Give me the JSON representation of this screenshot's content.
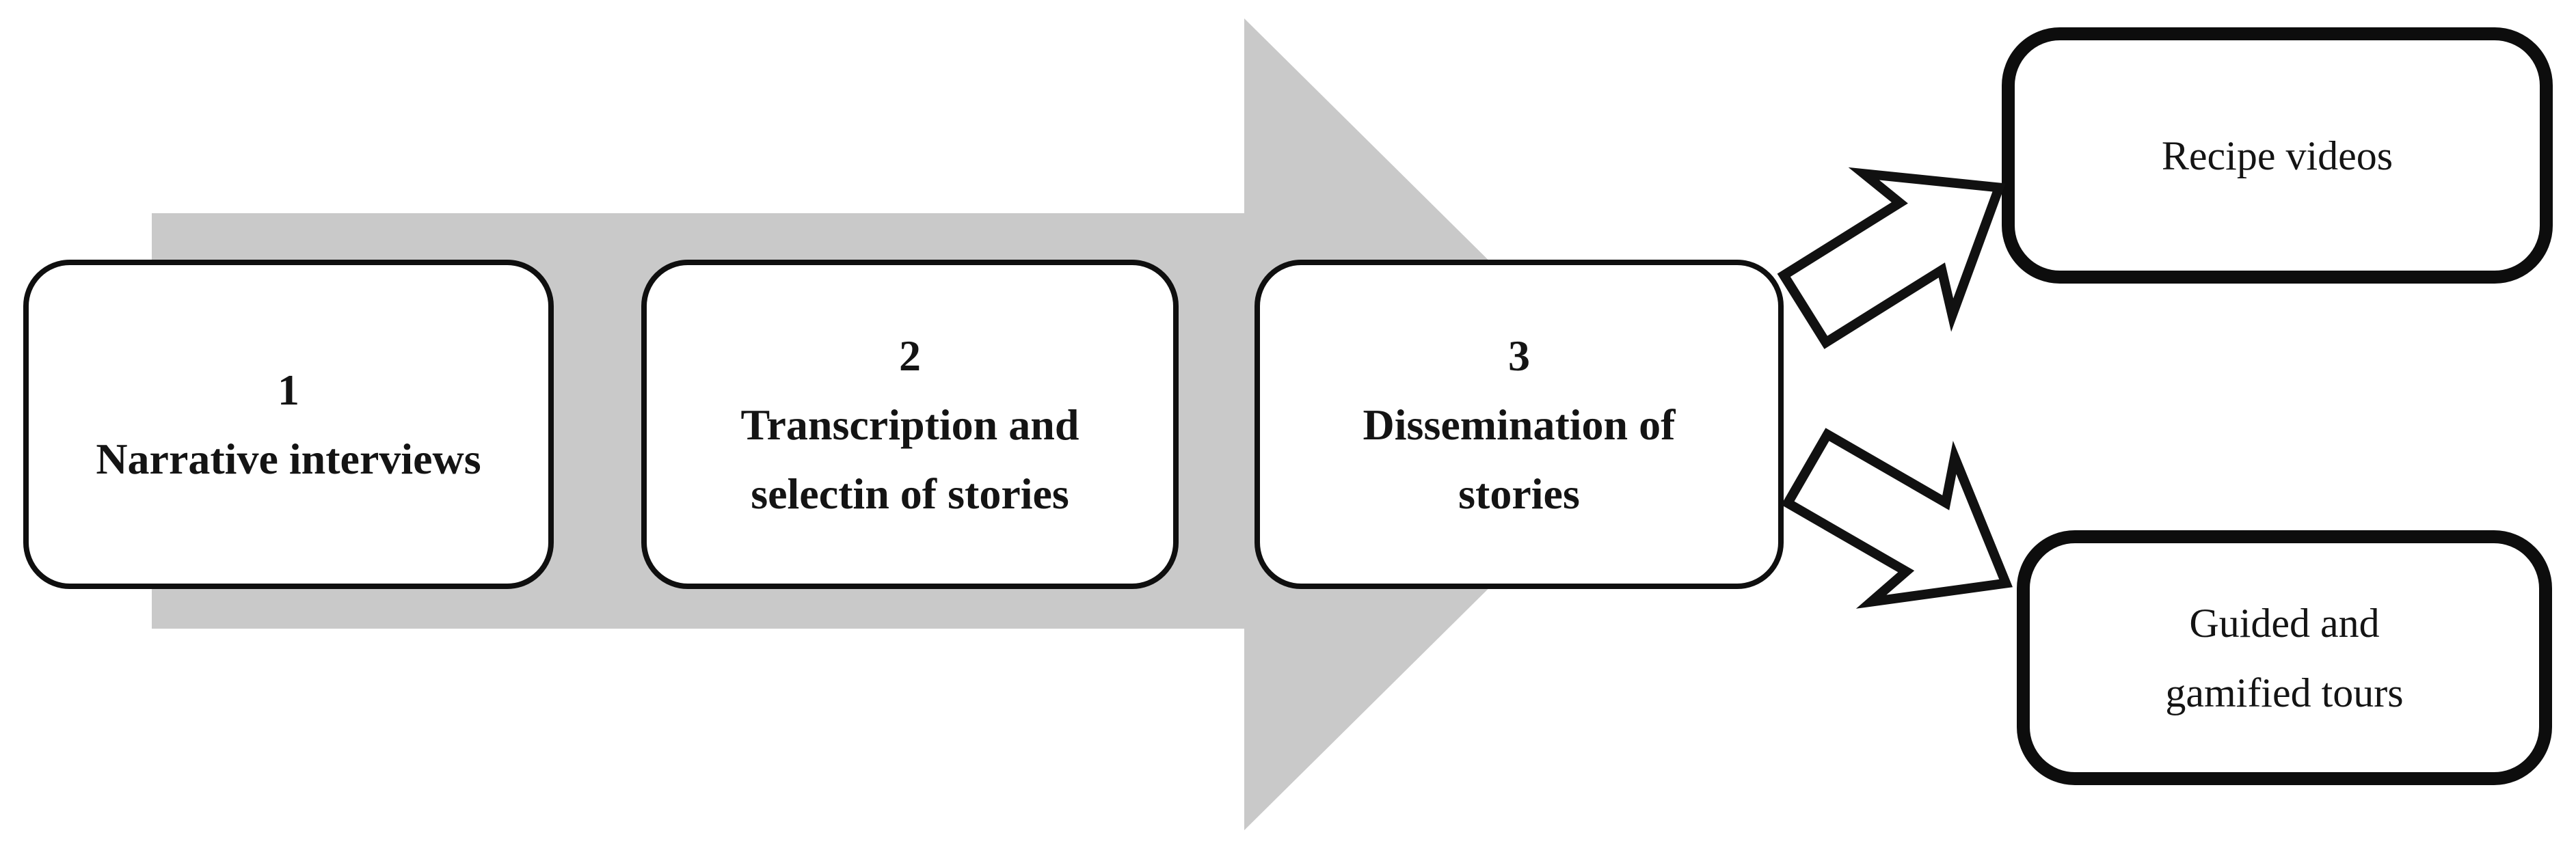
{
  "figure": {
    "type": "process-flow-diagram",
    "background": "#ffffff"
  },
  "colors": {
    "arrow_gray": "#c9c9c9",
    "ink": "#111111",
    "box_fill": "#ffffff"
  },
  "stages": [
    {
      "number": "1",
      "lines": [
        "1",
        "Narrative interviews"
      ]
    },
    {
      "number": "2",
      "lines": [
        "2",
        "Transcription and",
        "selectin of stories"
      ]
    },
    {
      "number": "3",
      "lines": [
        "3",
        "Dissemination of",
        "stories"
      ]
    }
  ],
  "outputs": [
    {
      "lines": [
        "Recipe videos"
      ]
    },
    {
      "lines": [
        "Guided and",
        "gamified tours"
      ]
    }
  ]
}
